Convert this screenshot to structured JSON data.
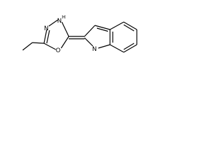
{
  "molecule": {
    "atoms": {
      "n_nh": "N",
      "h_nh": "H",
      "n_ring": "N",
      "o_ring": "O",
      "n_indole": "N"
    }
  },
  "colors": {
    "bond": "#000000",
    "background": "#ffffff"
  }
}
